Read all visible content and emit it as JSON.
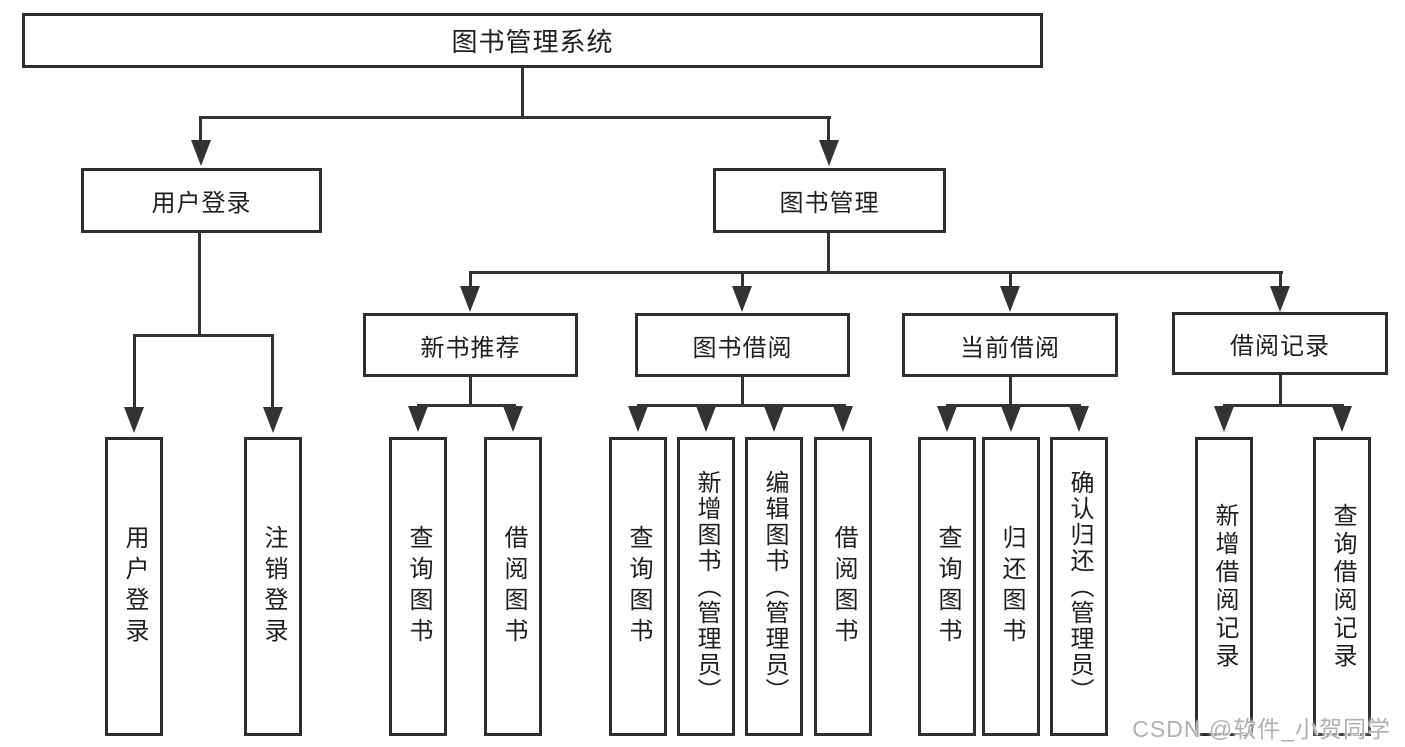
{
  "colors": {
    "background": "#ffffff",
    "line": "#333333",
    "box_border": "#2e2e2e",
    "text": "#1f1f1f",
    "watermark": "#b0b0b0"
  },
  "tree": {
    "root": "图书管理系统",
    "branches": [
      {
        "label": "用户登录",
        "children": [
          "用户登录",
          "注销登录"
        ]
      },
      {
        "label": "图书管理",
        "groups": [
          {
            "label": "新书推荐",
            "children": [
              "查询图书",
              "借阅图书"
            ]
          },
          {
            "label": "图书借阅",
            "children": [
              "查询图书",
              "新增图书（管理员）",
              "编辑图书（管理员）",
              "借阅图书"
            ]
          },
          {
            "label": "当前借阅",
            "children": [
              "查询图书",
              "归还图书",
              "确认归还（管理员）"
            ]
          },
          {
            "label": "借阅记录",
            "children": [
              "新增借阅记录",
              "查询借阅记录"
            ]
          }
        ]
      }
    ]
  },
  "watermark": "CSDN @软件_小贺同学"
}
